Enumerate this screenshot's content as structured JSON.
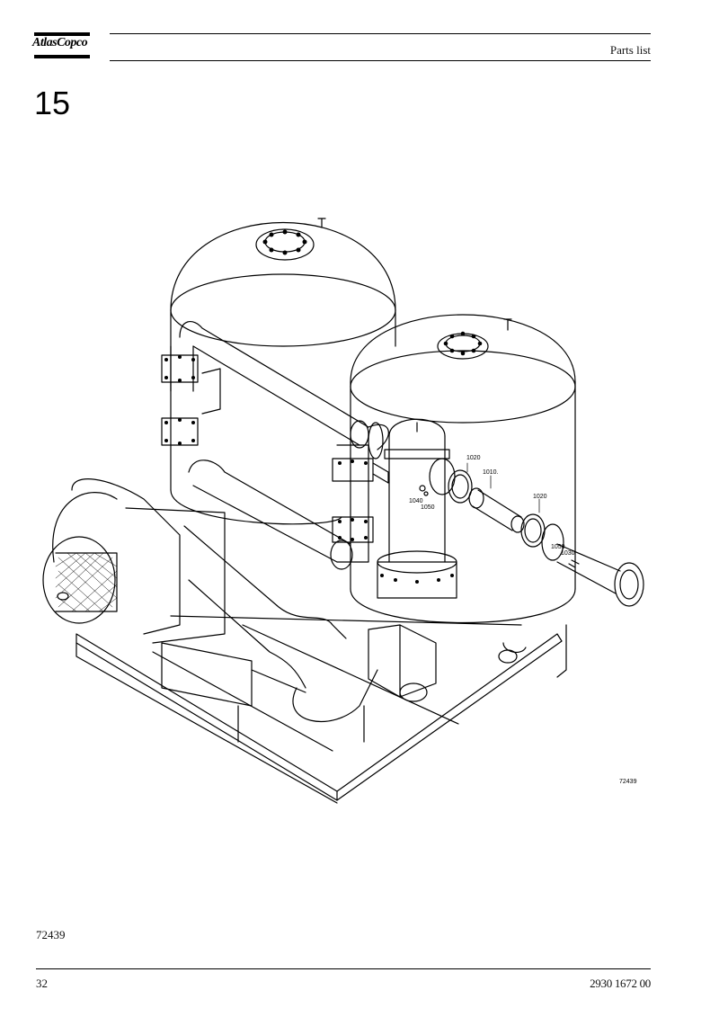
{
  "header": {
    "brand": "AtlasCopco",
    "title": "Parts list"
  },
  "section": {
    "number": "15"
  },
  "drawing": {
    "callouts": [
      "1020",
      "1010.",
      "1020",
      "1040",
      "1050",
      "1050",
      "1030"
    ],
    "inset_figure_id": "72439"
  },
  "figure_ref": "72439",
  "footer": {
    "page": "32",
    "doc_number": "2930 1672 00"
  }
}
